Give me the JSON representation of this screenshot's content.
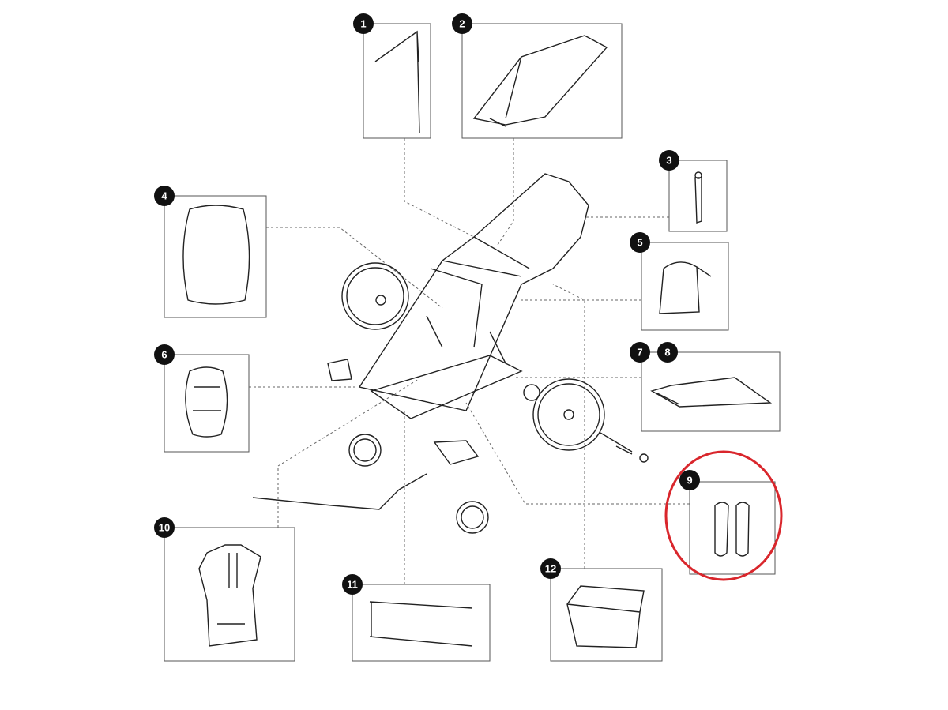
{
  "parts": [
    {
      "number": "1",
      "icon": "safety-flag"
    },
    {
      "number": "2",
      "icon": "sun-canopy"
    },
    {
      "number": "3",
      "icon": "strap"
    },
    {
      "number": "4",
      "icon": "rain-cover"
    },
    {
      "number": "5",
      "icon": "storage-bag"
    },
    {
      "number": "6",
      "icon": "seat-pad"
    },
    {
      "number": "7",
      "icon": "floor-panel"
    },
    {
      "number": "8",
      "icon": "floor-panel"
    },
    {
      "number": "9",
      "icon": "side-pads"
    },
    {
      "number": "10",
      "icon": "seat-insert"
    },
    {
      "number": "11",
      "icon": "frame-bars"
    },
    {
      "number": "12",
      "icon": "storage-box"
    }
  ],
  "highlight": {
    "part": "9",
    "color": "#d9262c"
  }
}
